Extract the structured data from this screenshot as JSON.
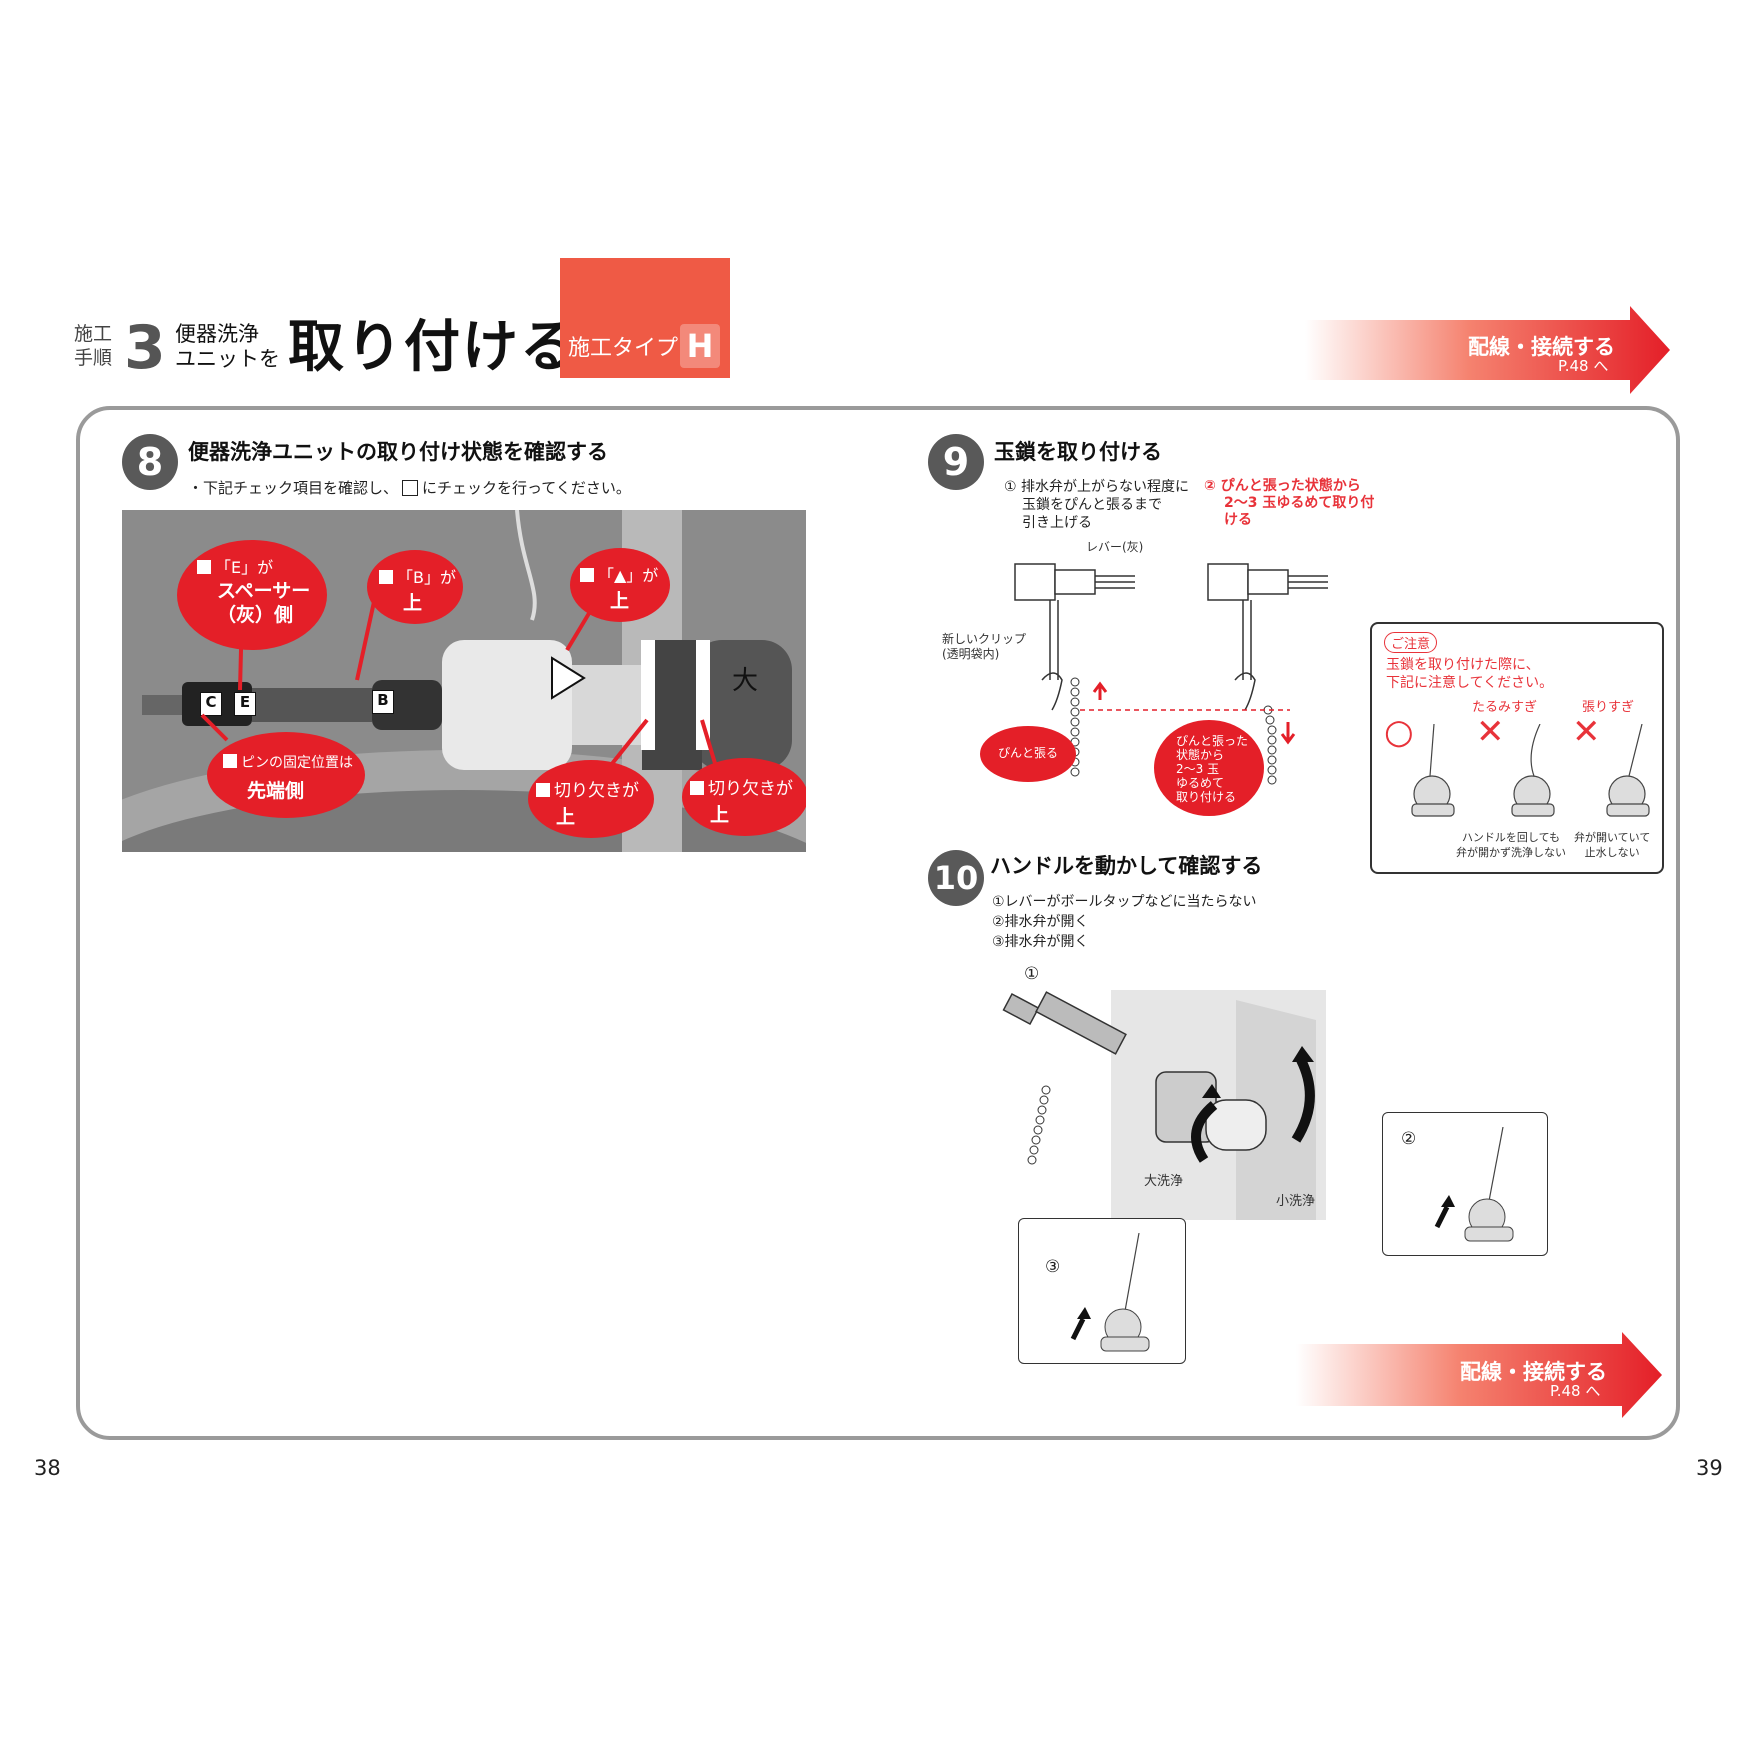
{
  "header": {
    "kanji_line1": "施工",
    "kanji_line2": "手順",
    "step_number": "3",
    "sub_line1": "便器洗浄",
    "sub_line2": "ユニットを",
    "title": "取り付ける",
    "type_label": "施工タイプ",
    "type_letter": "H"
  },
  "banner": {
    "title": "配線・接続する",
    "page_ref": "P.48 へ"
  },
  "step8": {
    "number": "8",
    "title": "便器洗浄ユニットの取り付け状態を確認する",
    "instruction_before": "・下記チェック項目を確認し、",
    "instruction_after": "にチェックを行ってください。",
    "bubble_e_line1": "「E」が",
    "bubble_e_line2": "スペーサー",
    "bubble_e_line3": "（灰）側",
    "bubble_b_line1": "「B」が",
    "bubble_b_line2": "上",
    "bubble_tri_line1": "「▲」が",
    "bubble_tri_line2": "上",
    "bubble_pin_line1": "ピンの固定位置は",
    "bubble_pin_line2": "先端側",
    "bubble_notch1_line1": "切り欠きが",
    "bubble_notch1_line2": "上",
    "bubble_notch2_line1": "切り欠きが",
    "bubble_notch2_line2": "上",
    "label_c": "C",
    "label_e": "E",
    "label_b": "B",
    "label_dai": "大"
  },
  "step9": {
    "number": "9",
    "title": "玉鎖を取り付ける",
    "note1_line1": "① 排水弁が上がらない程度に",
    "note1_line2": "玉鎖をぴんと張るまで",
    "note1_line3": "引き上げる",
    "note2_line1": "② ぴんと張った状態から",
    "note2_line2": "2～3 玉ゆるめて取り付",
    "note2_line3": "ける",
    "lever_label": "レバー(灰)",
    "clip_line1": "新しいクリップ",
    "clip_line2": "(透明袋内)",
    "bubble_pull": "ぴんと張る",
    "bubble_loosen_line1": "ぴんと張った",
    "bubble_loosen_line2": "状態から",
    "bubble_loosen_line3": "2～3 玉",
    "bubble_loosen_line4": "ゆるめて",
    "bubble_loosen_line5": "取り付ける"
  },
  "caution": {
    "badge": "ご注意",
    "text_line1": "玉鎖を取り付けた際に、",
    "text_line2": "下記に注意してください。",
    "ok_mark": "○",
    "col2_label": "たるみすぎ",
    "col3_label": "張りすぎ",
    "ng_mark": "✕",
    "col2_caption_line1": "ハンドルを回しても",
    "col2_caption_line2": "弁が開かず洗浄しない",
    "col3_caption_line1": "弁が開いていて",
    "col3_caption_line2": "止水しない"
  },
  "step10": {
    "number": "10",
    "title": "ハンドルを動かして確認する",
    "item1": "①レバーがボールタップなどに当たらない",
    "item2": "②排水弁が開く",
    "item3": "③排水弁が開く",
    "marker1": "①",
    "marker2": "②",
    "marker3": "③",
    "large_flush": "大洗浄",
    "small_flush": "小洗浄"
  },
  "pages": {
    "left": "38",
    "right": "39"
  },
  "colors": {
    "accent_red": "#e8333a",
    "header_red": "#ef5a45",
    "frame_gray": "#9a9a9a"
  }
}
